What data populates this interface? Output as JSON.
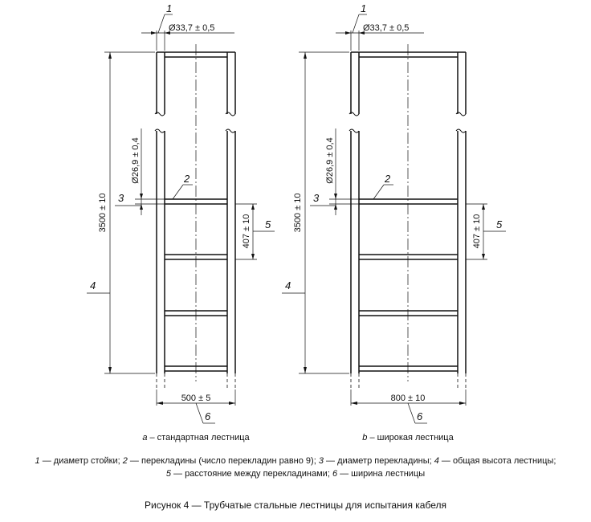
{
  "figure": {
    "panel_a": {
      "caption_letter": "a",
      "caption_text": " – стандартная лестница",
      "diameter_post": "Ø33,7 ± 0,5",
      "diameter_rung": "Ø26,9 ± 0,4",
      "height": "3500 ± 10",
      "spacing": "407 ± 10",
      "width": "500 ± 5"
    },
    "panel_b": {
      "caption_letter": "b",
      "caption_text": " – широкая лестница",
      "diameter_post": "Ø33,7 ± 0,5",
      "diameter_rung": "Ø26,9 ± 0,4",
      "height": "3500 ± 10",
      "spacing": "407 ± 10",
      "width": "800 ± 10"
    },
    "callouts": [
      "1",
      "2",
      "3",
      "4",
      "5",
      "6"
    ],
    "legend": {
      "line1": {
        "n1": "1",
        "t1": " — диаметр стойки; ",
        "n2": "2",
        "t2": " — перекладины (число перекладин равно 9); ",
        "n3": "3",
        "t3": " — диаметр перекладины; ",
        "n4": "4",
        "t4": " — общая высота лестницы;"
      },
      "line2": {
        "n5": "5",
        "t5": " — расстояние между перекладинами; ",
        "n6": "6",
        "t6": " — ширина лестницы"
      }
    },
    "title": "Рисунок 4 — Трубчатые стальные лестницы для испытания кабеля"
  }
}
